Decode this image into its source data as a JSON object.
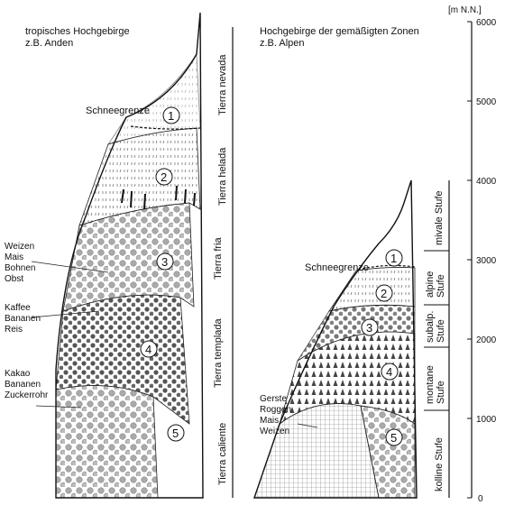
{
  "left_panel": {
    "title_line1": "tropisches Hochgebirge",
    "title_line2": "z.B. Anden",
    "snowline_label": "Schneegrenze",
    "crops_1": [
      "Weizen",
      "Mais",
      "Bohnen",
      "Obst"
    ],
    "crops_2": [
      "Kaffee",
      "Bananen",
      "Reis"
    ],
    "crops_3": [
      "Kakao",
      "Bananen",
      "Zuckerrohr"
    ],
    "zones": [
      "Tierra nevada",
      "Tierra helada",
      "Tierra fria",
      "Tierra templada",
      "Tierra caliente"
    ],
    "belt_numbers": [
      "1",
      "2",
      "3",
      "4",
      "5"
    ]
  },
  "right_panel": {
    "title_line1": "Hochgebirge der gemäßigten Zonen",
    "title_line2": "z.B. Alpen",
    "snowline_label": "Schneegrenze",
    "crops": [
      "Gerste",
      "Roggen",
      "Mais",
      "Weizen"
    ],
    "zones": [
      {
        "line1": "mivale Stufe",
        "line2": ""
      },
      {
        "line1": "alpine",
        "line2": "Stufe"
      },
      {
        "line1": "subalp.",
        "line2": "Stufe"
      },
      {
        "line1": "montane",
        "line2": "Stufe"
      },
      {
        "line1": "kolline Stufe",
        "line2": ""
      }
    ],
    "belt_numbers": [
      "1",
      "2",
      "3",
      "4",
      "5"
    ]
  },
  "axis": {
    "unit_label": "[m N.N.]",
    "ticks": [
      "6000",
      "5000",
      "4000",
      "3000",
      "2000",
      "1000",
      "0"
    ]
  }
}
